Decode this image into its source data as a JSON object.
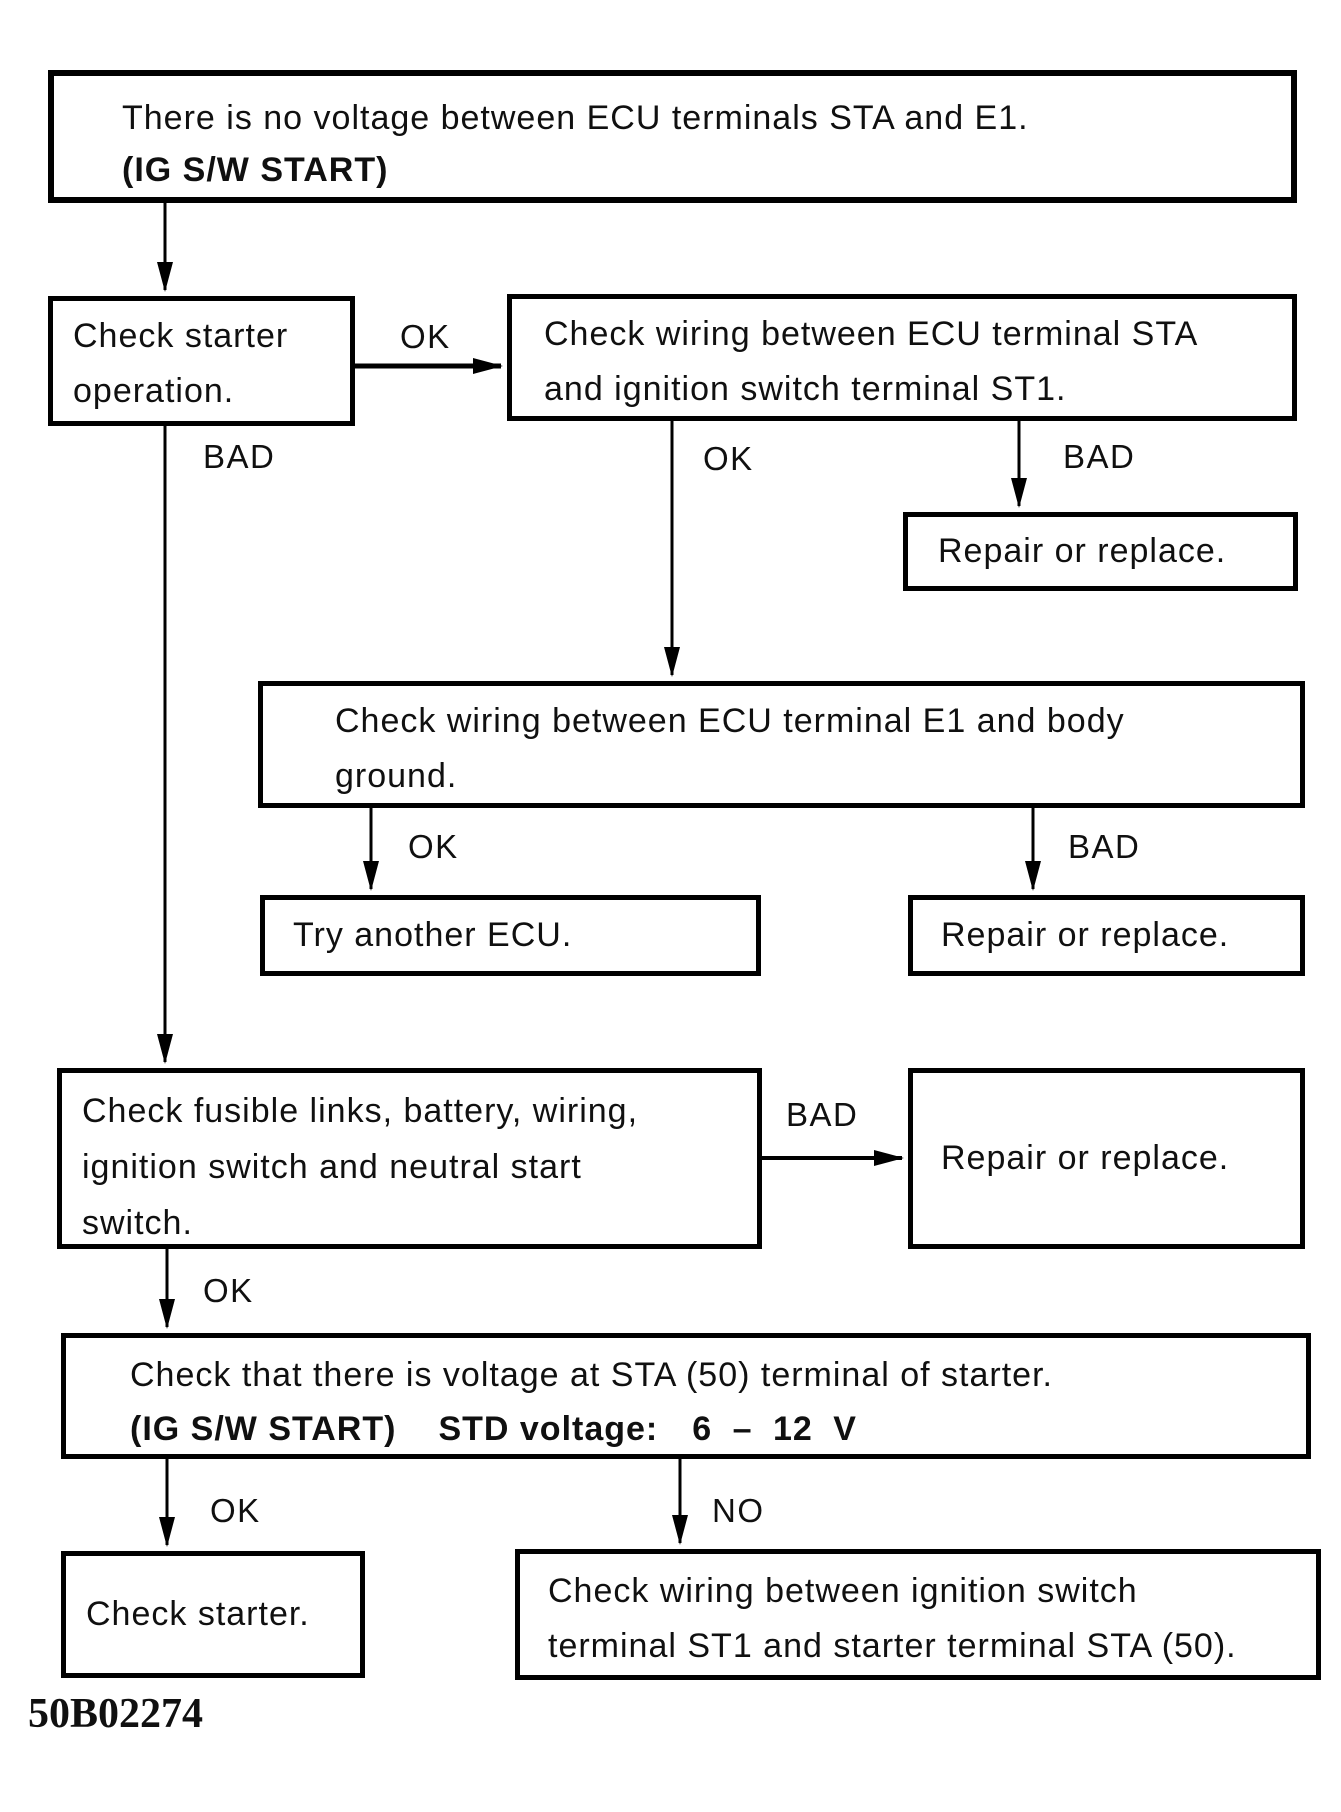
{
  "doc": {
    "code": "50B02274"
  },
  "labels": {
    "ok1": "OK",
    "bad1": "BAD",
    "ok2": "OK",
    "bad2": "BAD",
    "ok3": "OK",
    "bad3": "BAD",
    "bad4": "BAD",
    "ok4": "OK",
    "ok5": "OK",
    "no1": "NO"
  },
  "nodes": {
    "start": {
      "line1": "There is no voltage between ECU terminals STA and E1.",
      "line2": "(IG S/W START)"
    },
    "check_starter_operation": {
      "lines": [
        "Check starter",
        "operation."
      ]
    },
    "check_wiring_sta": {
      "lines": [
        "Check wiring between ECU terminal STA",
        "and ignition switch terminal ST1."
      ]
    },
    "repair_or_replace_1": "Repair or replace.",
    "check_wiring_e1": {
      "lines": [
        "Check wiring between ECU terminal E1 and body",
        "ground."
      ]
    },
    "try_another_ecu": "Try another ECU.",
    "repair_or_replace_2": "Repair or replace.",
    "check_fusible": {
      "lines": [
        "Check fusible links, battery, wiring,",
        "ignition switch and neutral start",
        "switch."
      ]
    },
    "repair_or_replace_3": "Repair or replace.",
    "check_sta_voltage": {
      "line1": "Check that there is voltage at STA (50) terminal of starter.",
      "ig": "(IG S/W START)",
      "std": "STD voltage:",
      "voltage": "6 – 12 V"
    },
    "check_starter": "Check starter.",
    "check_wiring_st1": {
      "lines": [
        "Check wiring between ignition switch",
        "terminal ST1 and starter terminal STA (50)."
      ]
    }
  }
}
